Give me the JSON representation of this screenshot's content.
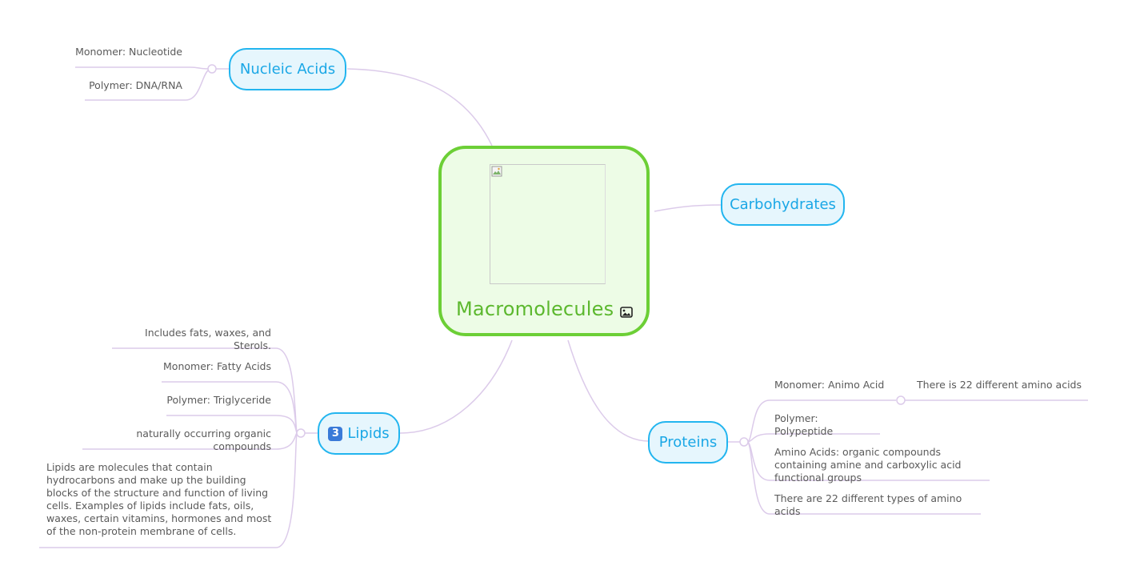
{
  "central": {
    "title": "Macromolecules",
    "icon": "image-icon",
    "colors": {
      "fill": "#edfce6",
      "border": "#6ccf36",
      "text": "#5cb82e"
    }
  },
  "topics": {
    "nucleic_acids": "Nucleic Acids",
    "carbohydrates": "Carbohydrates",
    "lipids": {
      "badge": "3",
      "label": "Lipids"
    },
    "proteins": "Proteins"
  },
  "nucleic_acids_children": [
    "Monomer: Nucleotide",
    "Polymer: DNA/RNA"
  ],
  "lipids_children": [
    "Includes fats, waxes, and Sterols.",
    "Monomer: Fatty Acids",
    "Polymer: Triglyceride",
    "naturally occurring organic compounds",
    "Lipids are molecules that contain hydrocarbons and make up the building blocks of the structure and function of living cells. Examples of lipids include fats, oils, waxes, certain vitamins, hormones and most of the non-protein membrane of cells."
  ],
  "proteins_children": [
    "Monomer: Animo Acid",
    "Polymer: Polypeptide",
    "Amino Acids: organic compounds containing amine and carboxylic acid functional groups",
    "There are 22 different types of amino acids"
  ],
  "monomer_child": "There is 22 different amino acids",
  "colors": {
    "topic_fill": "#e6f6fd",
    "topic_border": "#22b5ef",
    "topic_text": "#1aa7e6",
    "connector": "#dccbea"
  }
}
